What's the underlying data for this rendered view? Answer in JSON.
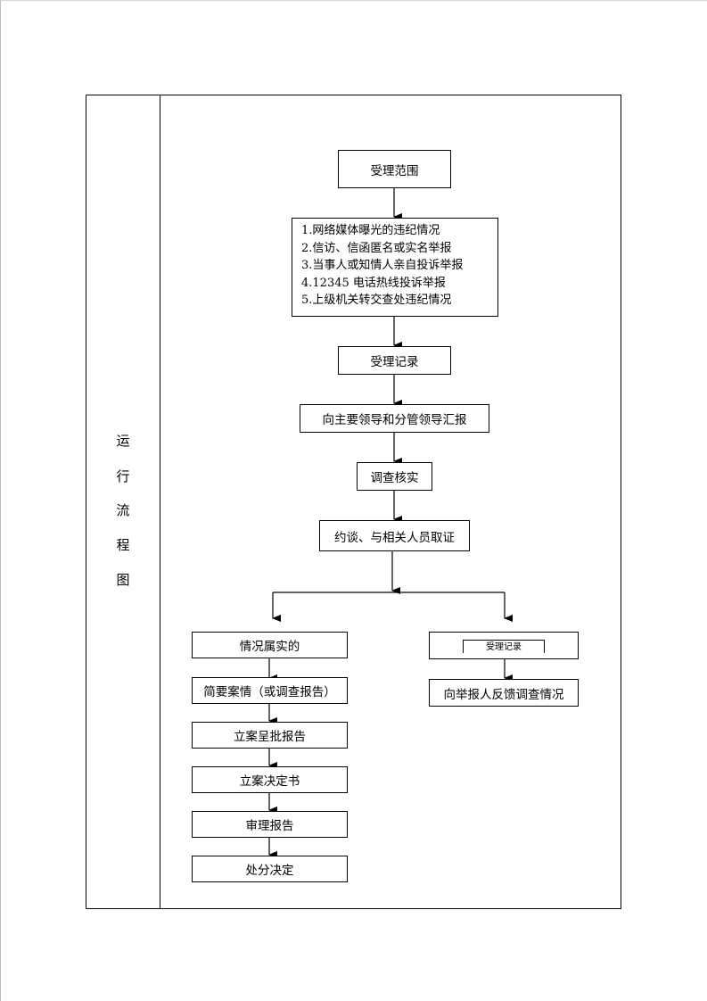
{
  "side_label": {
    "chars": [
      "运",
      "行",
      "流",
      "程",
      "图"
    ]
  },
  "flow": {
    "scope_title": "受理范围",
    "scope_items": [
      "1.网络媒体曝光的违纪情况",
      "2.信访、信函匿名或实名举报",
      "3.当事人或知情人亲自投诉举报",
      "4.12345 电话热线投诉举报",
      "5.上级机关转交查处违纪情况"
    ],
    "record": "受理记录",
    "report_leaders": "向主要领导和分管领导汇报",
    "verify": "调查核实",
    "interview": "约谈、与相关人员取证",
    "left_branch": [
      "情况属实的",
      "简要案情（或调查报告）",
      "立案呈批报告",
      "立案决定书",
      "审理报告",
      "处分决定"
    ],
    "right_branch": {
      "top_box_text": "受理记录",
      "feedback": "向举报人反馈调查情况"
    }
  }
}
